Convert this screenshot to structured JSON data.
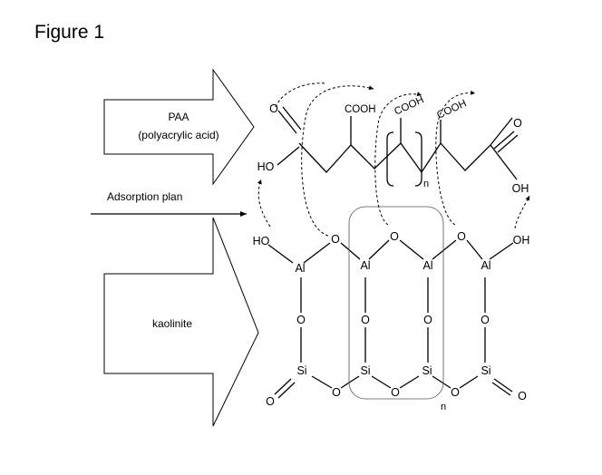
{
  "figure_title": "Figure 1",
  "labels": {
    "paa_line1": "PAA",
    "paa_line2": "(polyacrylic acid)",
    "adsorption": "Adsorption plan",
    "kaolinite": "kaolinite"
  },
  "atoms": {
    "o": "O",
    "ho": "HO",
    "oh": "OH",
    "cooh": "COOH",
    "al": "Al",
    "si": "Si",
    "n": "n"
  }
}
